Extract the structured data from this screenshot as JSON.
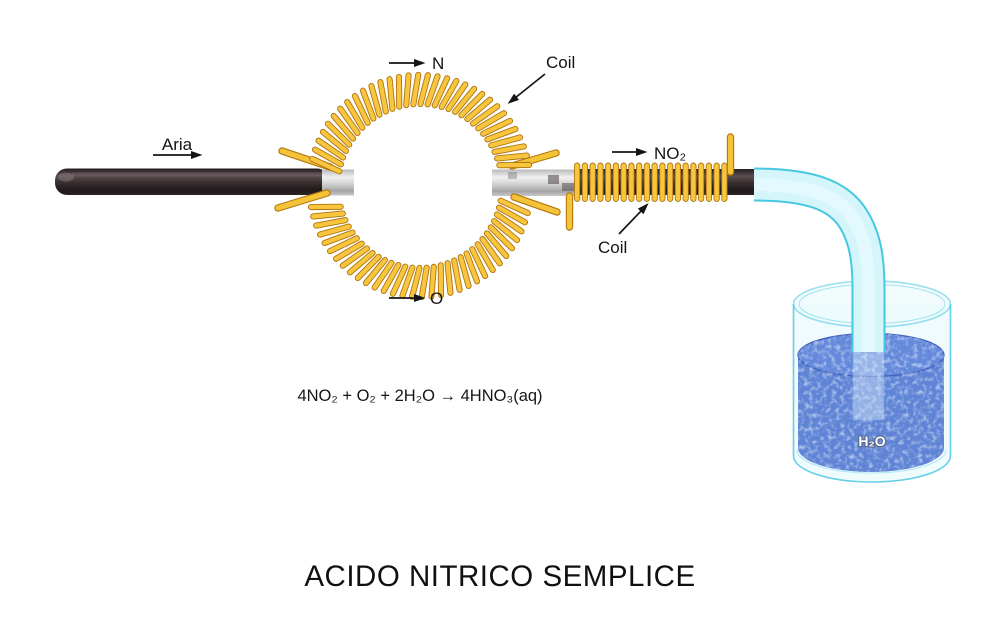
{
  "title": "ACIDO NITRICO SEMPLICE",
  "equation": "4NO₂ + O₂ + 2H₂O → 4HNO₃(aq)",
  "labels": {
    "air": "Aria",
    "nitrogen": "N",
    "oxygen": "O",
    "coil_top": "Coil",
    "coil_bottom": "Coil",
    "no2": "NO₂",
    "water": "H₂O"
  },
  "colors": {
    "coil_fill": "#F7C63C",
    "coil_stroke": "#B07413",
    "wire_fill": "#F3C338",
    "wire_shadow": "#B5790F",
    "tube_dark": "#352C2E",
    "glass_tube": "#D9D9D9",
    "hose_fill": "#D4F6FA",
    "hose_stroke": "#47C7E2",
    "water_fill": "#6489DB",
    "water_edge": "#4160BC",
    "beaker_stroke": "#54CBE6"
  }
}
